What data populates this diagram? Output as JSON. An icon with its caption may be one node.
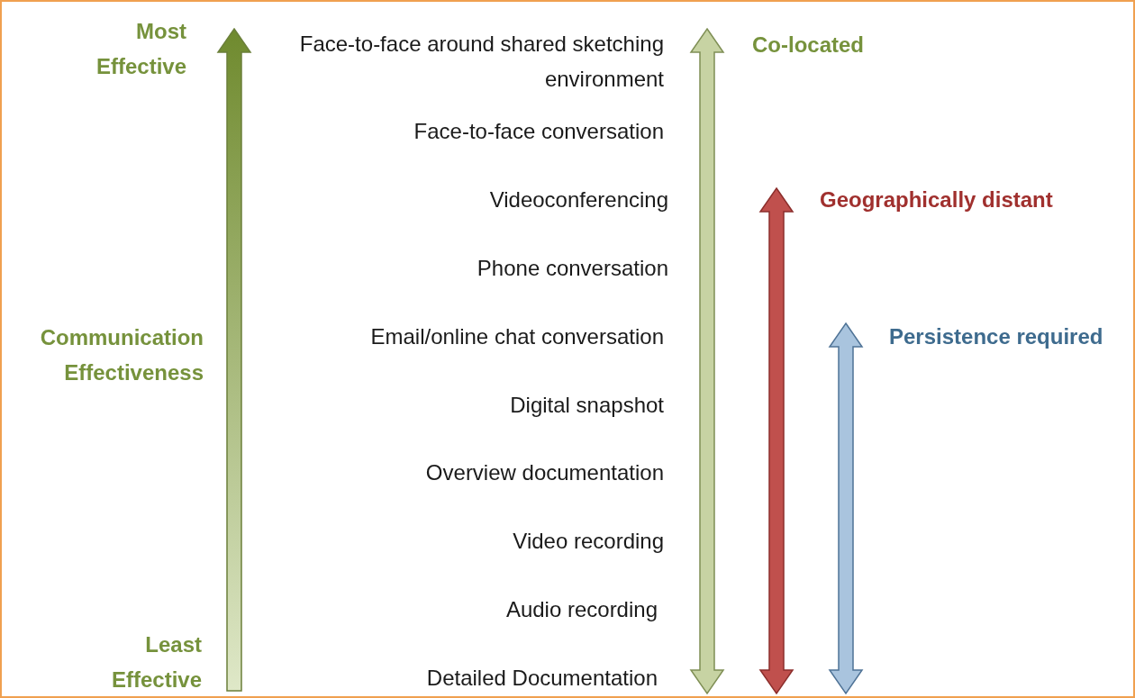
{
  "diagram": {
    "labels": [
      "Most Effective",
      "Face-to-face around shared sketching environment",
      "Co-located",
      "Face-to-face conversation",
      "Videoconferencing",
      "Geographically distant",
      "Phone conversation",
      "Communication Effectiveness",
      "Email/online chat conversation",
      "Persistence required",
      "Digital snapshot",
      "Overview documentation",
      "Video recording",
      "Audio recording",
      "Least Effective",
      "Detailed Documentation"
    ]
  }
}
